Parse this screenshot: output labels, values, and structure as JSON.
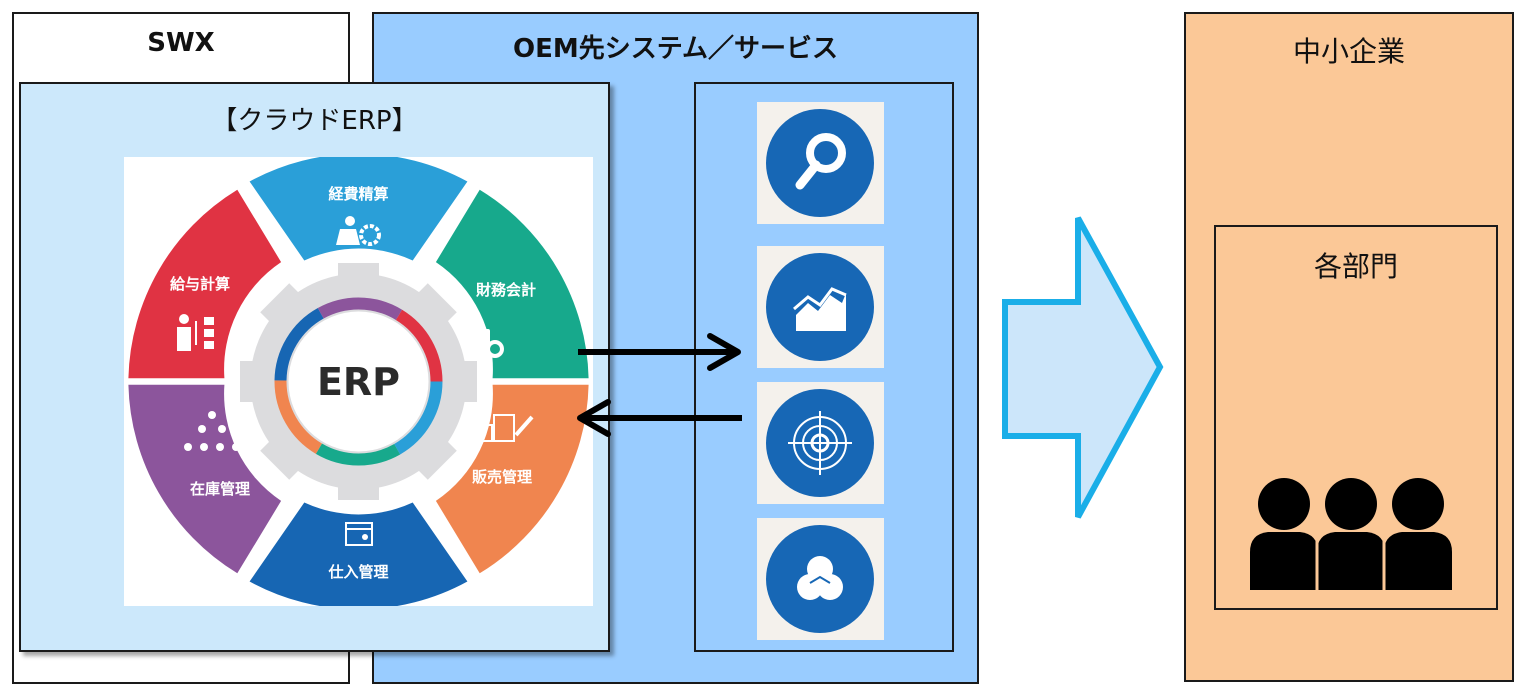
{
  "swx": {
    "title": "SWX"
  },
  "oem": {
    "title": "OEM先システム／サービス"
  },
  "erp": {
    "title": "【クラウドERP】",
    "center": "ERP",
    "segments": [
      "経費精算",
      "財務会計",
      "販売管理",
      "仕入管理",
      "在庫管理",
      "給与計算"
    ]
  },
  "company": {
    "title": "中小企業",
    "department": "各部門"
  },
  "colors": {
    "keihi": "#2a9fd8",
    "zaimu": "#17a98c",
    "hanbai": "#f0854f",
    "shiire": "#1766b3",
    "zaiko": "#8c559c",
    "kyuyo": "#e03343",
    "service_circle": "#1767b5",
    "arrow_fill": "#cce6fa",
    "arrow_stroke": "#1aaee8"
  },
  "services": [
    "search-icon",
    "chart-icon",
    "target-icon",
    "circles-icon"
  ]
}
